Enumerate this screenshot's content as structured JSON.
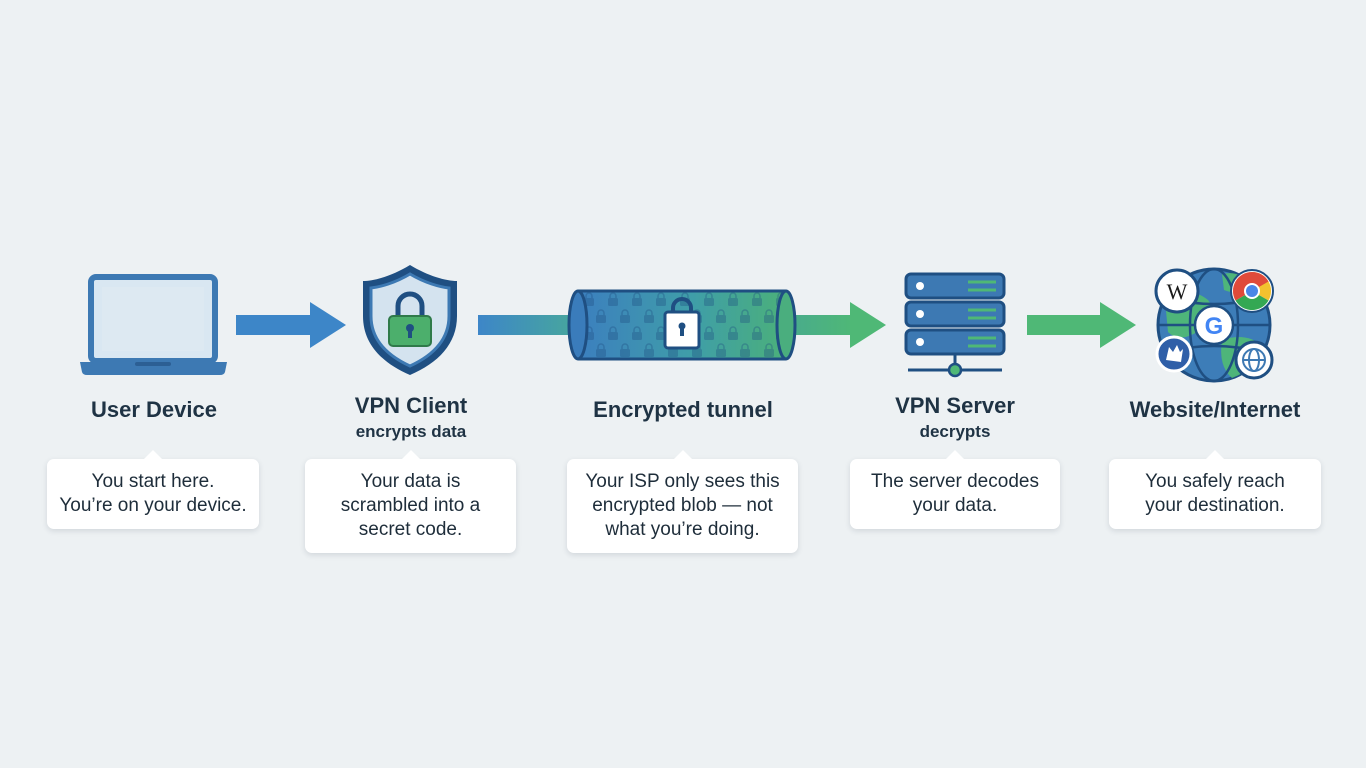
{
  "stages": [
    {
      "title": "User Device",
      "subtitle": "",
      "icon": "laptop-icon",
      "note": [
        "You start here.",
        "You’re on your device."
      ]
    },
    {
      "title": "VPN Client",
      "subtitle": "encrypts data",
      "icon": "shield-lock-icon",
      "note": [
        "Your data is",
        "scrambled into a",
        "secret code."
      ]
    },
    {
      "title": "Encrypted tunnel",
      "subtitle": "",
      "icon": "tunnel-lock-icon",
      "note": [
        "Your ISP only sees this",
        "encrypted blob — not",
        "what you’re doing."
      ]
    },
    {
      "title": "VPN Server",
      "subtitle": "decrypts",
      "icon": "server-icon",
      "note": [
        "The server decodes",
        "your data."
      ]
    },
    {
      "title": "Website/Internet",
      "subtitle": "",
      "icon": "globe-icon",
      "note": [
        "You safely reach",
        "your destination."
      ]
    }
  ],
  "website_icons": [
    "wikipedia-icon",
    "chrome-icon",
    "google-icon",
    "wolf-icon",
    "web-globe-icon"
  ],
  "website_glyphs": {
    "wikipedia": "W",
    "google": "G"
  },
  "colors": {
    "background": "#edf1f3",
    "icon_blue": "#3d79b3",
    "icon_dark": "#1f4f82",
    "icon_fill": "#d9e7f2",
    "arrow_blue": "#3d86c8",
    "arrow_green": "#4fb876",
    "lock_green": "#4caf6c",
    "text_dark": "#1f3344"
  }
}
